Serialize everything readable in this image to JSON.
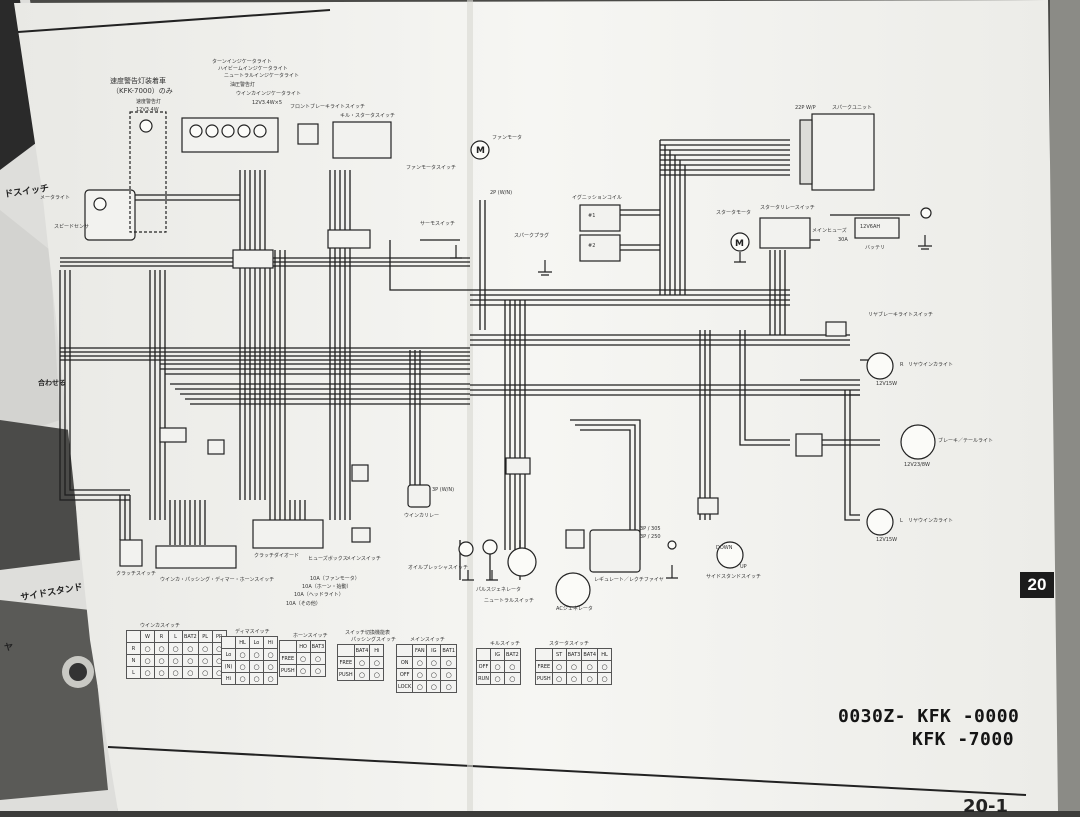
{
  "diagram": {
    "header_note_lines": [
      "速度警告灯装着車",
      "（KFK-7000）のみ"
    ],
    "indicator_labels": [
      "ターンインジケータライト",
      "ハイビームインジケータライト",
      "ニュートラルインジケータライト",
      "油圧警告灯",
      "ウインカインジケータライト"
    ],
    "bulb_spec": "12V3.4W×5",
    "speed_lamp_spec": "12V3.4W",
    "labels": {
      "speed_warning": "速度警告灯",
      "meter_lamp": "メータライト",
      "speed_sensor": "スピードセンサ",
      "front_brake_switch": "フロントブレーキライトスイッチ",
      "kill_starter_switch": "キル・スタータスイッチ",
      "fan_motor": "ファンモータ",
      "fan_motor_switch": "ファンモータスイッチ",
      "thermo_switch": "サーモスイッチ",
      "ignition_coil": "イグニッションコイル",
      "spark_plug": "スパークプラグ",
      "coil_1": "#1",
      "coil_2": "#2",
      "spark_unit": "スパークユニット",
      "spark_unit_connector": "22P W/P",
      "starter_motor": "スタータモータ",
      "starter_relay": "スタータリレースイッチ",
      "main_fuse": "メインヒューズ",
      "main_fuse_value": "30A",
      "battery": "バッテリ",
      "battery_spec": "12V6AH",
      "rear_brake_switch": "リヤブレーキライトスイッチ",
      "rear_turn_right": "リヤウインカライト",
      "rear_turn_right_spec": "12V15W",
      "brake_tail_light": "ブレーキ／テールライト",
      "brake_tail_spec": "12V23/8W",
      "rear_turn_left": "リヤウインカライト",
      "rear_turn_left_spec": "12V15W",
      "side_stand_switch": "サイドスタンドスイッチ",
      "regulator": "レギュレート／レクチファイヤ",
      "ac_generator": "ACジェネレータ",
      "pulse_generator": "パルスジェネレータ",
      "neutral_switch": "ニュートラルスイッチ",
      "oil_pressure_switch": "オイルプレッシャスイッチ",
      "winker_relay": "ウインカリレー",
      "main_switch": "メインスイッチ",
      "fuse_box": "ヒューズボックス",
      "clutch_diode": "クラッチダイオード",
      "clutch_switch": "クラッチスイッチ",
      "handle_switches": "ウインカ・パッシング・ディマー・ホーンスイッチ",
      "fuse_1": "10A（ファンモータ）",
      "fuse_2": "10A（ホーン・始動）",
      "fuse_3": "10A（ヘッドライト）",
      "fuse_4": "10A（その他）",
      "side_turn_right": "R",
      "side_turn_left": "L",
      "down": "DOWN",
      "up": "UP",
      "connector_3p": "3P (W/N)",
      "connector_2p": "2P (W/N)",
      "connector_3p_305": "3P / 305",
      "connector_3p_250": "3P / 250"
    },
    "left_edge_texts": [
      "ドスイッチ",
      "合わせる",
      "サイドスタンド",
      "ヤ"
    ],
    "switch_tables": [
      {
        "title": "ウインカスイッチ",
        "headers": [
          "",
          "W",
          "R",
          "L",
          "BAT2",
          "PL",
          "PR"
        ],
        "rows": [
          [
            "R",
            "",
            "",
            "",
            "",
            "",
            ""
          ],
          [
            "N",
            "",
            "",
            "",
            "",
            "",
            ""
          ],
          [
            "L",
            "",
            "",
            "",
            "",
            "",
            ""
          ]
        ]
      },
      {
        "title": "ディマスイッチ",
        "headers": [
          "",
          "HL",
          "Lo",
          "Hi"
        ],
        "rows": [
          [
            "Lo",
            "",
            "",
            ""
          ],
          [
            "(N)",
            "",
            "",
            ""
          ],
          [
            "Hi",
            "",
            "",
            ""
          ]
        ]
      },
      {
        "title": "ホーンスイッチ",
        "headers": [
          "",
          "HO",
          "BAT3"
        ],
        "rows": [
          [
            "FREE",
            "",
            ""
          ],
          [
            "PUSH",
            "",
            ""
          ]
        ]
      },
      {
        "title": "パッシングスイッチ",
        "title_top": "スイッチ切換機能表",
        "headers": [
          "",
          "BAT4",
          "Hi"
        ],
        "rows": [
          [
            "FREE",
            "",
            ""
          ],
          [
            "PUSH",
            "",
            ""
          ]
        ]
      },
      {
        "title": "メインスイッチ",
        "headers": [
          "",
          "FAN",
          "IG",
          "BAT1"
        ],
        "rows": [
          [
            "ON",
            "",
            "",
            ""
          ],
          [
            "OFF",
            "",
            "",
            ""
          ],
          [
            "LOCK",
            "",
            "",
            ""
          ]
        ]
      },
      {
        "title": "キルスイッチ",
        "headers": [
          "",
          "IG",
          "BAT2"
        ],
        "rows": [
          [
            "OFF",
            "",
            ""
          ],
          [
            "RUN",
            "",
            ""
          ]
        ]
      },
      {
        "title": "スタータスイッチ",
        "headers": [
          "",
          "ST",
          "BAT3",
          "BAT4",
          "HL"
        ],
        "rows": [
          [
            "FREE",
            "",
            "",
            "",
            ""
          ],
          [
            "PUSH",
            "",
            "",
            "",
            ""
          ]
        ]
      }
    ],
    "part_code_line1": "0030Z- KFK -0000",
    "part_code_line2": "KFK -7000",
    "page_number": "20",
    "footer_number": "20-1"
  }
}
